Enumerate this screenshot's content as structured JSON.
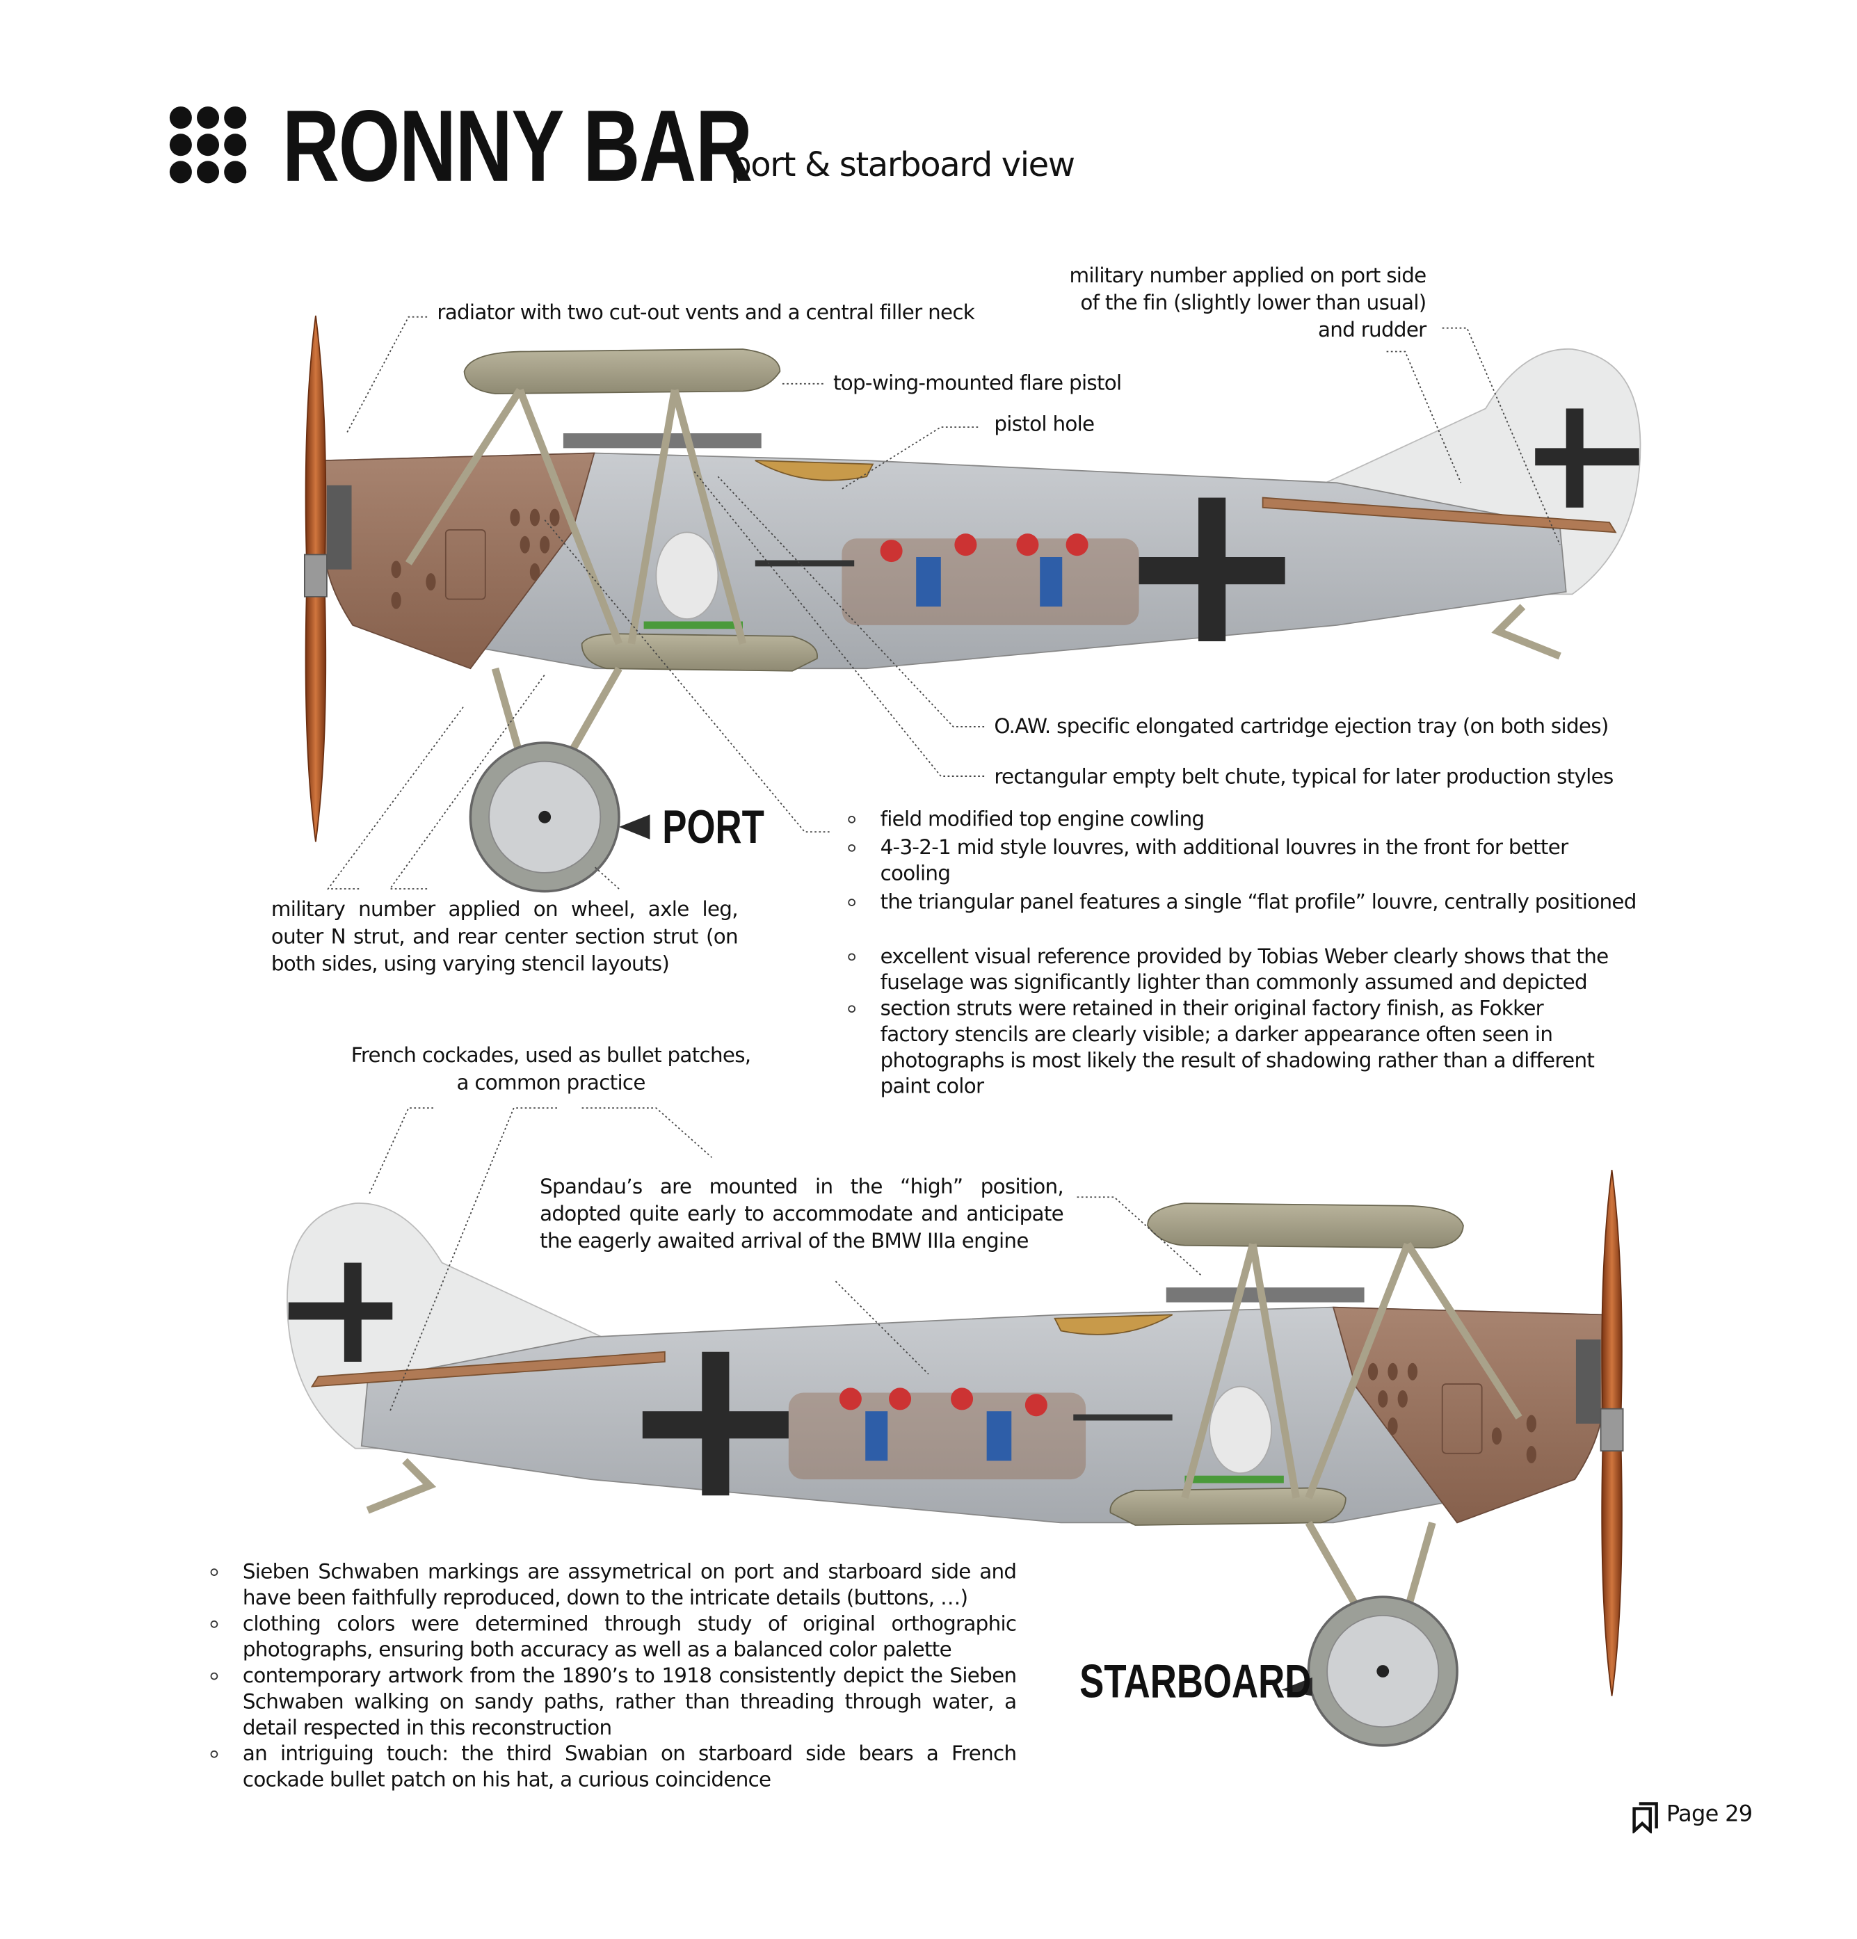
{
  "header": {
    "title": "RONNY BAR",
    "subtitle": "port & starboard view",
    "logo_icon": "nine-dot-grid-icon"
  },
  "port": {
    "label": "PORT",
    "callouts": {
      "radiator": "radiator with two cut-out vents and a central filler neck",
      "military_number_fin": [
        "military number applied on port side",
        "of the fin (slightly lower than usual)",
        "and rudder"
      ],
      "flare_pistol": "top-wing-mounted flare pistol",
      "pistol_hole": "pistol hole",
      "ejection_tray": "O.AW. specific elongated cartridge ejection tray (on both sides)",
      "belt_chute": "rectangular empty belt chute, typical for later production styles",
      "military_number_wheel": "military number applied on wheel, axle leg, outer N strut, and rear center section strut (on both sides, using varying stencil layouts)"
    },
    "bullets_a": [
      "field modified top engine cowling",
      "4-3-2-1 mid style louvres, with additional louvres in the front for better cooling",
      "the triangular panel features a single “flat profile” louvre, centrally positioned"
    ],
    "bullets_b": [
      "excellent visual reference provided by Tobias Weber clearly shows that the fuselage was significantly lighter than commonly assumed and depicted",
      "section struts were retained in their original factory finish, as Fokker factory stencils are clearly visible; a darker appearance often seen in photographs is most likely the result of shadowing rather than a different paint color"
    ]
  },
  "starboard": {
    "label": "STARBOARD",
    "callouts": {
      "cockades": [
        "French cockades, used as bullet patches,",
        "a common practice"
      ],
      "spandau": "Spandau’s are mounted in the “high” position, adopted quite early to accommodate and anticipate the eagerly awaited arrival of the BMW IIIa engine"
    },
    "bullets": [
      "Sieben Schwaben markings are assymetrical on port and starboard side and have been faithfully reproduced, down to the intricate details (buttons, …)",
      "clothing colors were determined through study of original orthographic photographs, ensuring both accuracy as well as a balanced color palette",
      "contemporary artwork from the 1890’s to 1918 consistently depict the Sieben Schwaben walking on sandy paths, rather than threading through water, a detail respected in this reconstruction",
      "an intriguing touch: the third Swabian on starboard side bears a French cockade bullet patch on his hat, a curious coincidence"
    ]
  },
  "footer": {
    "page_label": "Page 29",
    "bookmark_icon": "bookmark-icon"
  },
  "colors": {
    "fuselage": "#b4b8bd",
    "cowling": "#9a7560",
    "propeller": "#b5562a",
    "cross": "#2a2a2a",
    "struts": "#a9a28a"
  }
}
